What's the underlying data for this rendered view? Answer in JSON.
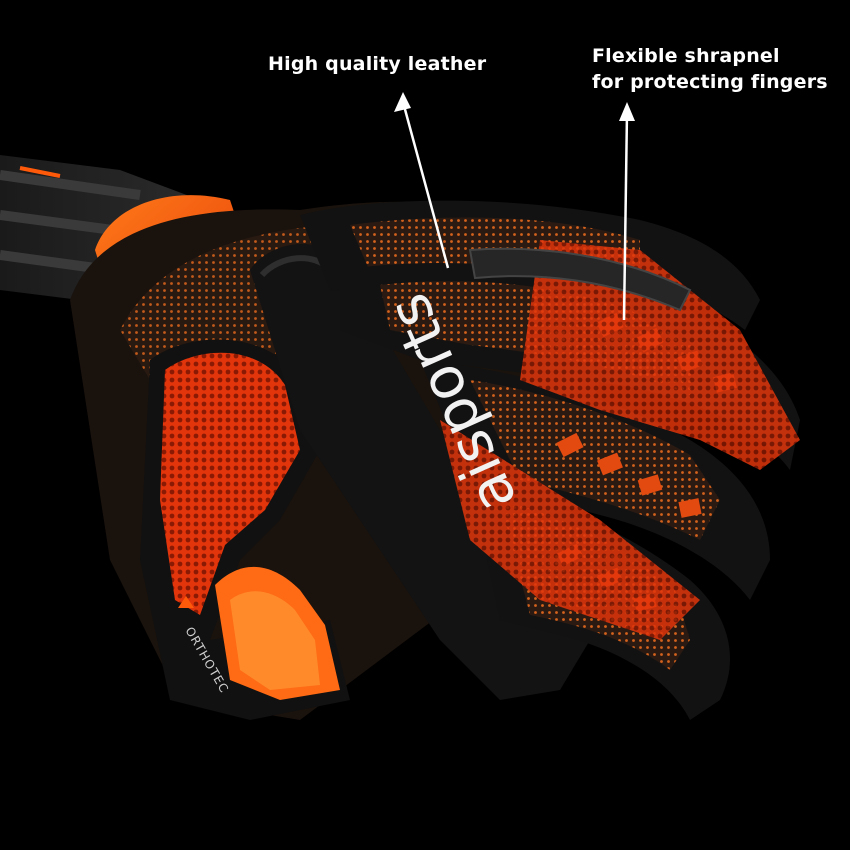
{
  "callouts": {
    "leather": "High quality leather",
    "shrapnel_line1": "Flexible shrapnel",
    "shrapnel_line2": "for protecting fingers"
  },
  "product": {
    "brand_text": "aisports",
    "tech_label": "ORTHOTEC"
  },
  "colors": {
    "background": "#000000",
    "accent_orange": "#ff5a0a",
    "glove_black": "#141414",
    "callout_text": "#ffffff"
  }
}
